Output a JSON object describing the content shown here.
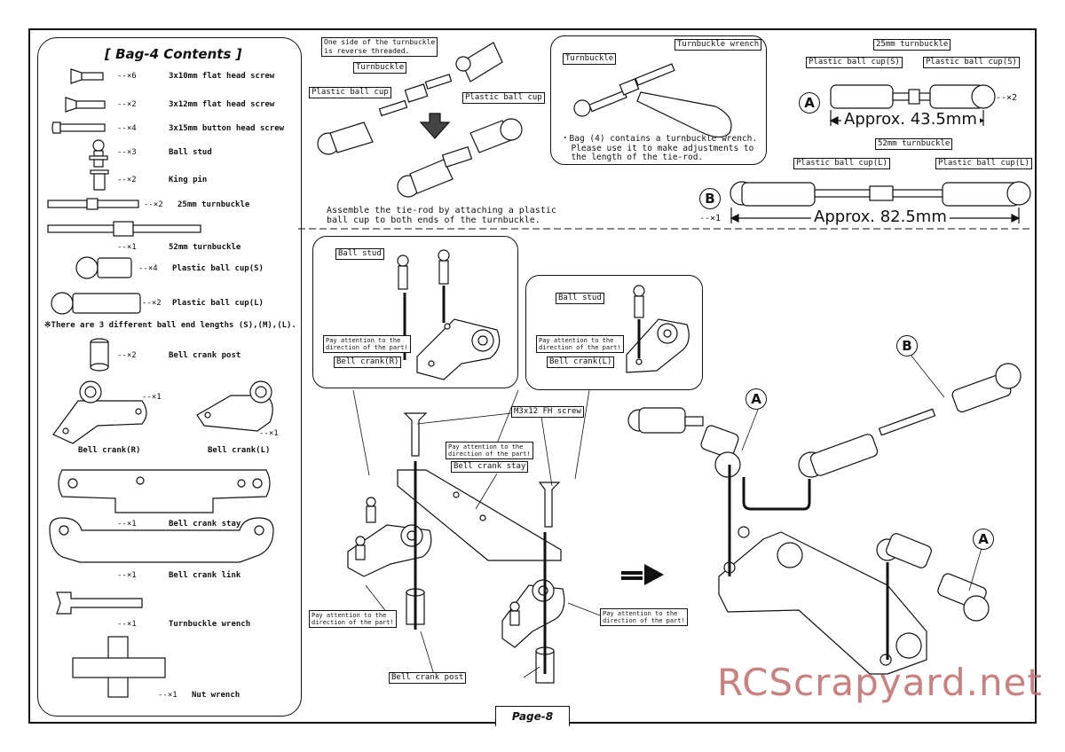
{
  "contents": {
    "title": "[ Bag-4 Contents ]",
    "items": [
      {
        "qty": "--×6",
        "name": "3x10mm flat head screw"
      },
      {
        "qty": "--×2",
        "name": "3x12mm flat head screw"
      },
      {
        "qty": "--×4",
        "name": "3x15mm button head screw"
      },
      {
        "qty": "--×3",
        "name": "Ball stud"
      },
      {
        "qty": "--×2",
        "name": "King pin"
      },
      {
        "qty": "--×2",
        "name": "25mm turnbuckle"
      },
      {
        "qty": "--×1",
        "name": "52mm turnbuckle"
      },
      {
        "qty": "--×4",
        "name": "Plastic ball cup(S)"
      },
      {
        "qty": "--×2",
        "name": "Plastic ball cup(L)"
      }
    ],
    "ball_end_note": "※There are 3 different ball end lengths (S),(M),(L).",
    "post": {
      "qty": "--×2",
      "name": "Bell crank post"
    },
    "crank_r": {
      "qty": "--×1",
      "name": "Bell crank(R)"
    },
    "crank_l": {
      "qty": "--×1",
      "name": "Bell crank(L)"
    },
    "stay": {
      "qty": "--×1",
      "name": "Bell crank stay"
    },
    "link": {
      "qty": "--×1",
      "name": "Bell crank link"
    },
    "wrench": {
      "qty": "--×1",
      "name": "Turnbuckle wrench"
    },
    "nut": {
      "qty": "--×1",
      "name": "Nut wrench"
    }
  },
  "tierod": {
    "reverse_note": "One side of the turnbuckle\nis reverse threaded.",
    "turnbuckle": "Turnbuckle",
    "cup_left": "Plastic ball cup",
    "cup_right": "Plastic ball cup",
    "assemble_note": "Assemble the tie-rod by attaching a plastic\nball cup to both ends of the turnbuckle."
  },
  "wrench_box": {
    "turnbuckle": "Turnbuckle",
    "wrench": "Turnbuckle wrench",
    "note": "・Bag (4) contains a turnbuckle wrench.\n  Please use it to make adjustments to\n  the length of the tie-rod."
  },
  "rod_a": {
    "letter": "A",
    "turnbuckle": "25mm turnbuckle",
    "cup_left": "Plastic ball cup(S)",
    "cup_right": "Plastic ball cup(S)",
    "qty": "--×2",
    "approx": "Approx. 43.5mm"
  },
  "rod_b": {
    "letter": "B",
    "turnbuckle": "52mm turnbuckle",
    "cup_left": "Plastic ball cup(L)",
    "cup_right": "Plastic ball cup(L)",
    "qty": "--×1",
    "approx": "Approx. 82.5mm"
  },
  "assembly": {
    "ball_stud_r": "Ball stud",
    "attention_r": "Pay attention to the\ndirection of the part!",
    "crank_r": "Bell crank(R)",
    "ball_stud_l": "Ball stud",
    "attention_l": "Pay attention to the\ndirection of the part!",
    "crank_l": "Bell crank(L)",
    "screw": "M3x12 FH screw",
    "attention_stay": "Pay attention to the\ndirection of the part!",
    "stay": "Bell crank stay",
    "attention_bl": "Pay attention to the\ndirection of the part!",
    "attention_br": "Pay attention to the\ndirection of the part!",
    "post": "Bell crank post",
    "label_a1": "A",
    "label_b": "B",
    "label_a2": "A"
  },
  "page": "Page-8",
  "watermark": "RCScrapyard.net"
}
